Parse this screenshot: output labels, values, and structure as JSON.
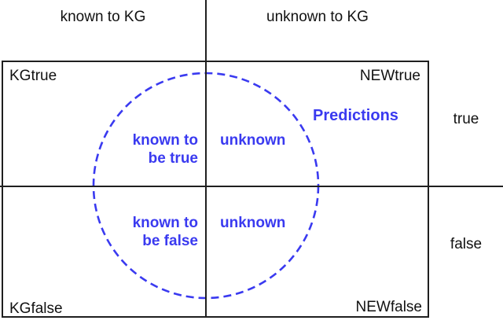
{
  "colors": {
    "accent": "#3a3af0",
    "line": "#1f1f1f",
    "text": "#111111"
  },
  "columns": {
    "left": "known to KG",
    "right": "unknown to KG"
  },
  "rows": {
    "top": "true",
    "bottom": "false"
  },
  "corners": {
    "top_left": "KGtrue",
    "top_right": "NEWtrue",
    "bottom_left": "KGfalse",
    "bottom_right": "NEWfalse"
  },
  "predictions": {
    "title": "Predictions",
    "top_left": {
      "line1": "known to",
      "line2": "be true"
    },
    "top_right": "unknown",
    "bottom_left": {
      "line1": "known to",
      "line2": "be false"
    },
    "bottom_right": "unknown"
  }
}
